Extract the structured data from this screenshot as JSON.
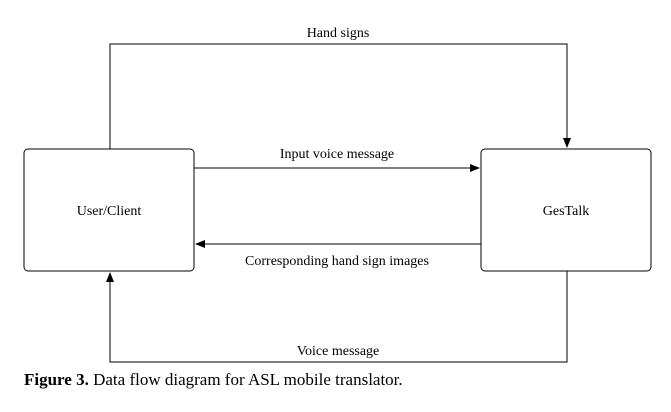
{
  "colors": {
    "stroke": "#000000",
    "background": "#ffffff"
  },
  "nodes": {
    "user_client": {
      "label": "User/Client"
    },
    "gestalk": {
      "label": "GesTalk"
    }
  },
  "edges": {
    "hand_signs": {
      "label": "Hand signs"
    },
    "input_voice": {
      "label": "Input voice message"
    },
    "hand_sign_images": {
      "label": "Corresponding hand sign images"
    },
    "voice_message": {
      "label": "Voice message"
    }
  },
  "caption": {
    "prefix": "Figure 3.",
    "text": " Data flow diagram for ASL mobile translator."
  }
}
